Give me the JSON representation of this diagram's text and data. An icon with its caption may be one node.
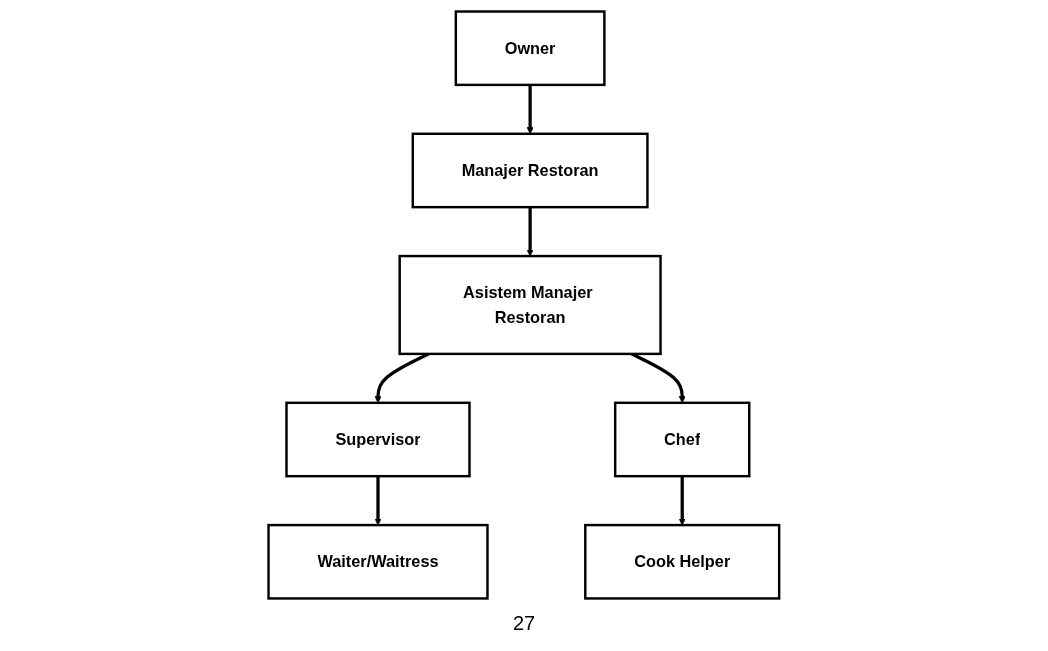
{
  "diagram": {
    "nodes": [
      {
        "text": [
          "Owner"
        ]
      },
      {
        "text": [
          "Manajer Restoran"
        ]
      },
      {
        "text": [
          "Asistem Manajer Restoran"
        ]
      },
      {
        "text": [
          "Supervisor"
        ]
      },
      {
        "text": [
          "Chef"
        ]
      },
      {
        "text": [
          "Waiter/Waitress"
        ]
      },
      {
        "text": [
          "Cook Helper"
        ]
      }
    ],
    "edges": [
      {
        "from": 0,
        "to": 1,
        "arrow": "to"
      },
      {
        "from": 1,
        "to": 2,
        "arrow": "to"
      },
      {
        "from": 2,
        "to": 3,
        "arrow": "to"
      },
      {
        "from": 2,
        "to": 4,
        "arrow": "to"
      },
      {
        "from": 3,
        "to": 5,
        "arrow": "to"
      },
      {
        "from": 4,
        "to": 6,
        "arrow": "to"
      }
    ],
    "labels": [
      "27"
    ]
  }
}
